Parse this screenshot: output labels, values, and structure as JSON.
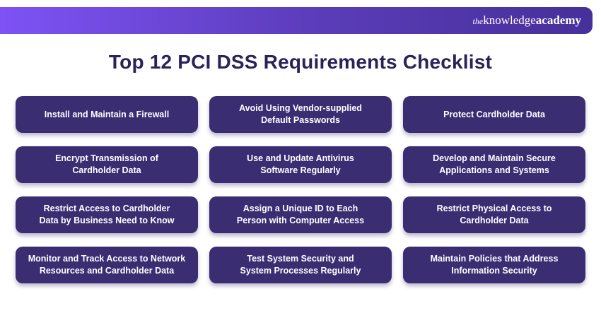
{
  "header": {
    "logo_the": "the",
    "logo_knowledge": "knowledge",
    "logo_academy": "academy"
  },
  "title": "Top 12 PCI DSS Requirements Checklist",
  "requirements": [
    {
      "lines": [
        "Install and Maintain a Firewall",
        ""
      ]
    },
    {
      "lines": [
        "Avoid Using Vendor-supplied",
        "Default Passwords"
      ]
    },
    {
      "lines": [
        "Protect Cardholder Data",
        ""
      ]
    },
    {
      "lines": [
        "Encrypt Transmission of",
        "Cardholder Data"
      ]
    },
    {
      "lines": [
        "Use and Update Antivirus",
        "Software Regularly"
      ]
    },
    {
      "lines": [
        "Develop and Maintain Secure",
        "Applications and Systems"
      ]
    },
    {
      "lines": [
        "Restrict Access to Cardholder",
        "Data by Business Need to Know"
      ]
    },
    {
      "lines": [
        "Assign a Unique ID to Each",
        "Person with Computer Access"
      ]
    },
    {
      "lines": [
        "Restrict Physical Access to",
        "Cardholder Data"
      ]
    },
    {
      "lines": [
        "Monitor and Track Access to Network",
        "Resources and Cardholder Data"
      ]
    },
    {
      "lines": [
        "Test System Security and",
        "System Processes Regularly"
      ]
    },
    {
      "lines": [
        "Maintain Policies that Address",
        "Information Security"
      ]
    }
  ],
  "colors": {
    "header_gradient_start": "#7e52f5",
    "header_gradient_end": "#46309a",
    "card_background": "#3a2d72",
    "title_text": "#2a235a",
    "card_text": "#ffffff",
    "page_background": "#ffffff"
  }
}
